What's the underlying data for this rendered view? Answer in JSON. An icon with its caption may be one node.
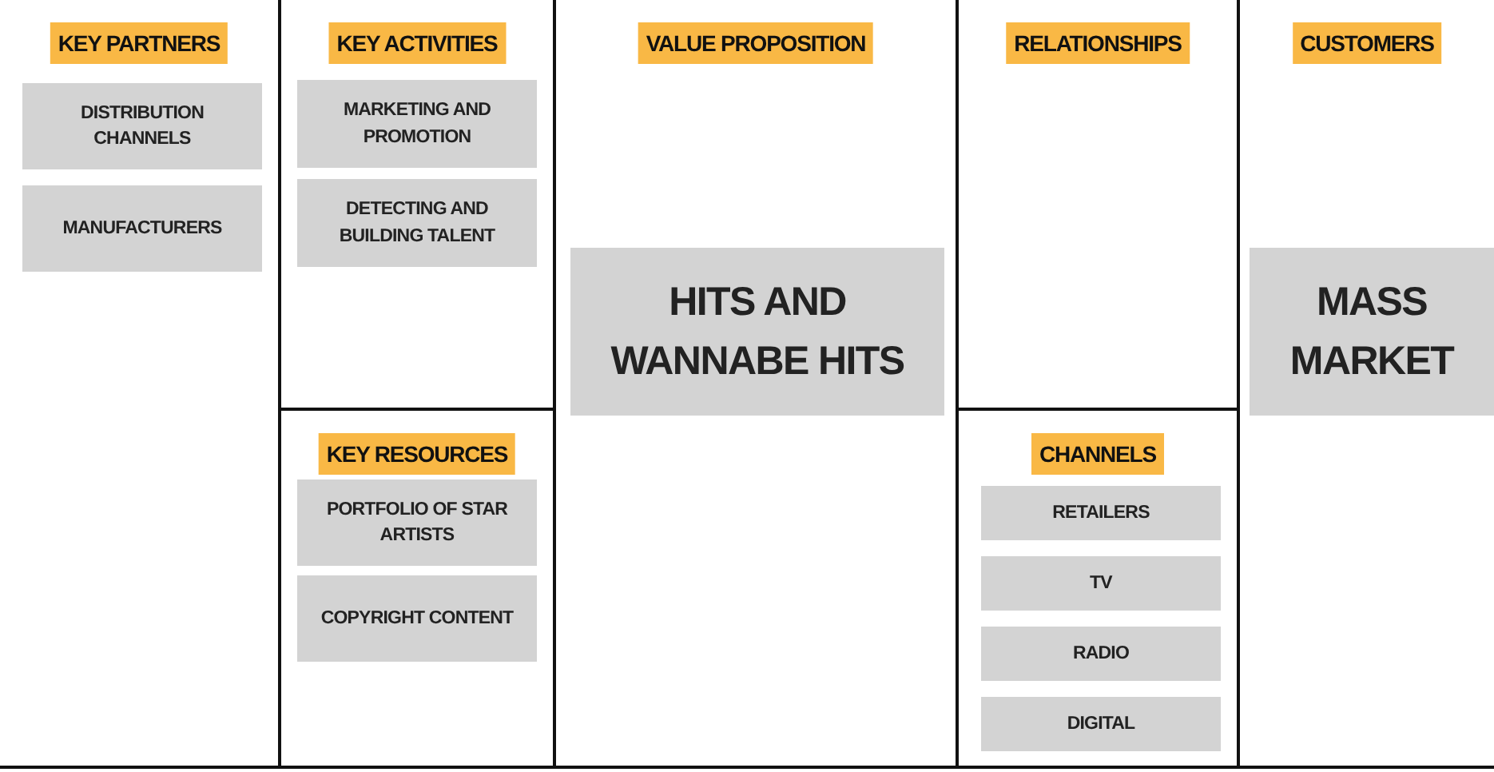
{
  "diagram": {
    "nodes": [
      {
        "text": [
          "KEY PARTNERS"
        ]
      },
      {
        "text": [
          "DISTRIBUTION CHANNELS"
        ],
        "in": 0
      },
      {
        "text": [
          "MANUFACTURERS"
        ],
        "in": 0
      },
      {
        "text": [
          "KEY ACTIVITIES"
        ]
      },
      {
        "text": [
          "MARKETING AND PROMOTION"
        ],
        "in": 3
      },
      {
        "text": [
          "DETECTING AND BUILDING TALENT"
        ],
        "in": 3
      },
      {
        "text": [
          "KEY RESOURCES"
        ]
      },
      {
        "text": [
          "PORTFOLIO OF STAR ARTISTS"
        ],
        "in": 6
      },
      {
        "text": [
          "COPYRIGHT CONTENT"
        ],
        "in": 6
      },
      {
        "text": [
          "VALUE PROPOSITION"
        ]
      },
      {
        "text": [
          "HITS AND WANNABE HITS"
        ],
        "in": 9
      },
      {
        "text": [
          "RELATIONSHIPS"
        ]
      },
      {
        "text": [
          "CHANNELS"
        ]
      },
      {
        "text": [
          "RETAILERS"
        ],
        "in": 12
      },
      {
        "text": [
          "TV"
        ],
        "in": 12
      },
      {
        "text": [
          "RADIO"
        ],
        "in": 12
      },
      {
        "text": [
          "DIGITAL"
        ],
        "in": 12
      },
      {
        "text": [
          "CUSTOMERS"
        ]
      },
      {
        "text": [
          "MASS MARKET"
        ],
        "in": 17
      }
    ]
  }
}
